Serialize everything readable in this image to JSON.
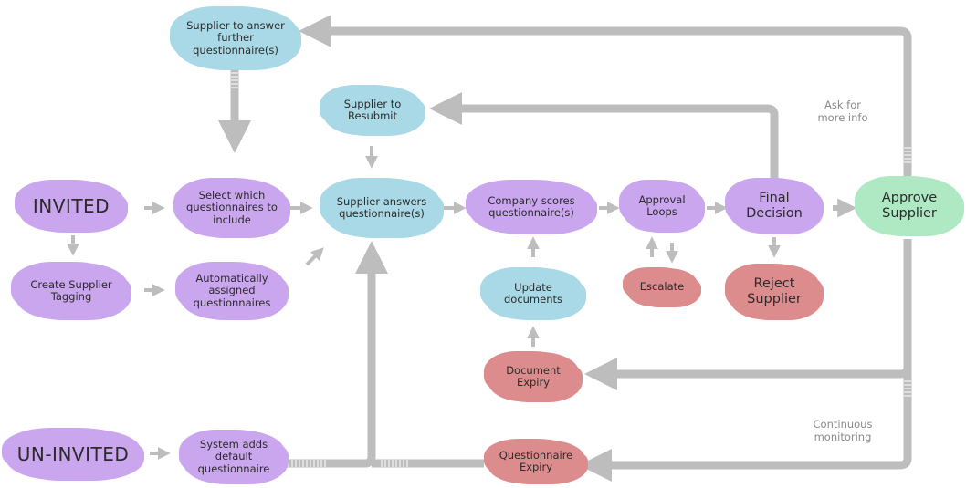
{
  "nodes": {
    "invited": "INVITED",
    "create_tagging": "Create Supplier Tagging",
    "uninvited": "UN-INVITED",
    "select_questionnaires": "Select which questionnaires to include",
    "auto_assigned": "Automatically assigned questionnaires",
    "system_default": "System adds default questionnaire",
    "further_questionnaires": "Supplier to answer further questionnaire(s)",
    "resubmit": "Supplier to Resubmit",
    "answers": "Supplier answers questionnaire(s)",
    "company_scores": "Company scores questionnaire(s)",
    "update_documents": "Update documents",
    "document_expiry": "Document Expiry",
    "questionnaire_expiry": "Questionnaire Expiry",
    "approval_loops": "Approval Loops",
    "escalate": "Escalate",
    "final_decision": "Final Decision",
    "reject": "Reject Supplier",
    "approve": "Approve Supplier"
  },
  "notes": {
    "ask_more_info": "Ask for more info",
    "continuous_monitoring": "Continuous monitoring"
  },
  "colors": {
    "purple": "#c9a6ee",
    "blue": "#a9d9e6",
    "red": "#dc8c8c",
    "green": "#aee9c4",
    "arrow": "#bdbdbd"
  }
}
